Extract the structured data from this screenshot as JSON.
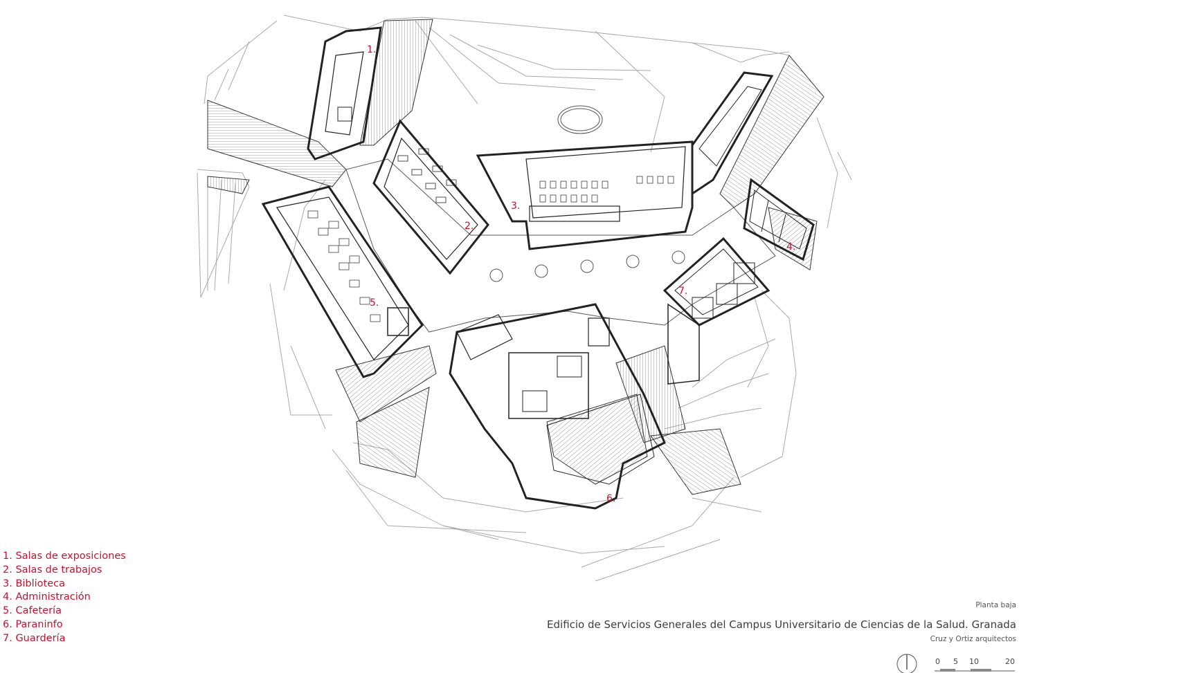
{
  "plan_labels": [
    {
      "id": "1",
      "text": "1."
    },
    {
      "id": "2",
      "text": "2."
    },
    {
      "id": "3",
      "text": "3."
    },
    {
      "id": "4",
      "text": "4."
    },
    {
      "id": "5",
      "text": "5."
    },
    {
      "id": "6",
      "text": "6."
    },
    {
      "id": "7",
      "text": "7."
    }
  ],
  "legend": [
    "1. Salas de exposiciones",
    "2. Salas de trabajos",
    "3. Biblioteca",
    "4. Administración",
    "5. Cafetería",
    "6. Paraninfo",
    "7. Guardería"
  ],
  "caption": {
    "subtitle": "Planta baja",
    "title": "Edificio de Servicios Generales del Campus Universitario de Ciencias de la Salud. Granada",
    "architects": "Cruz y Ortiz arquitectos"
  },
  "scale_bar": {
    "ticks": [
      "0",
      "5",
      "10",
      "20"
    ]
  },
  "colors": {
    "label_red": "#c4122f",
    "wall": "#222222",
    "thin_line": "#9a9a9a"
  }
}
